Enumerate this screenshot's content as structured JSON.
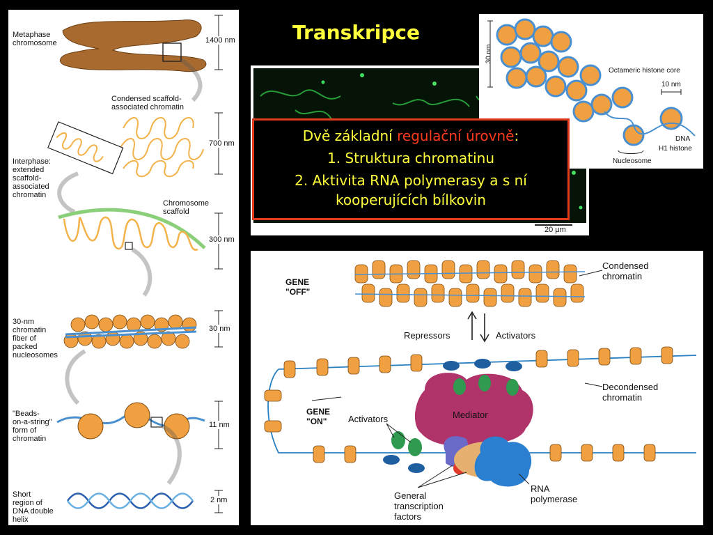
{
  "slide": {
    "title": "Transkripce",
    "text_line1_pre": "Dvě základní ",
    "text_line1_red": "regulační úrovně",
    "text_line1_post": ":",
    "text_line2": "1. Struktura chromatinu",
    "text_line3": "2. Aktivita RNA polymerasy a s ní kooperujících bílkovin"
  },
  "left_panel": {
    "labels": {
      "metaphase": "Metaphase\nchromosome",
      "condensed_scaffold": "Condensed scaffold-\nassociated chromatin",
      "interphase": "Interphase:\nextended\nscaffold-\nassociated\nchromatin",
      "chromosome_scaffold": "Chromosome\nscaffold",
      "fiber30": "30-nm\nchromatin\nfiber of\npacked\nnucleosomes",
      "beads": "\"Beads-\non-a-string\"\nform of\nchromatin",
      "short_dna": "Short\nregion of\nDNA double\nhelix"
    },
    "scales": {
      "s1400": "1400 nm",
      "s700": "700 nm",
      "s300": "300 nm",
      "s30": "30 nm",
      "s11": "11 nm",
      "s2": "2 nm"
    }
  },
  "micrograph": {
    "scalebar": "20 μm"
  },
  "nucleosome_panel": {
    "axis_30nm": "30 nm",
    "octameric": "Octameric histone core",
    "ten_nm": "10 nm",
    "dna": "DNA",
    "h1": "H1 histone",
    "nucleosome": "Nucleosome"
  },
  "gene_panel": {
    "gene_off": "GENE\n\"OFF\"",
    "gene_on": "GENE\n\"ON\"",
    "condensed": "Condensed\nchromatin",
    "repressors": "Repressors",
    "activators_top": "Activators",
    "decondensed": "Decondensed\nchromatin",
    "mediator": "Mediator",
    "activators_left": "Activators",
    "general_tf": "General\ntranscription\nfactors",
    "rna_pol": "RNA\npolymerase"
  },
  "colors": {
    "title_yellow": "#ffff3c",
    "box_border": "#e23a1a",
    "highlight_red": "#ff3b1e",
    "nucleosome_orange": "#f0a040",
    "dna_blue": "#4a90d0",
    "mediator_magenta": "#b0336a",
    "scaffold_green": "#8ccf7a"
  }
}
